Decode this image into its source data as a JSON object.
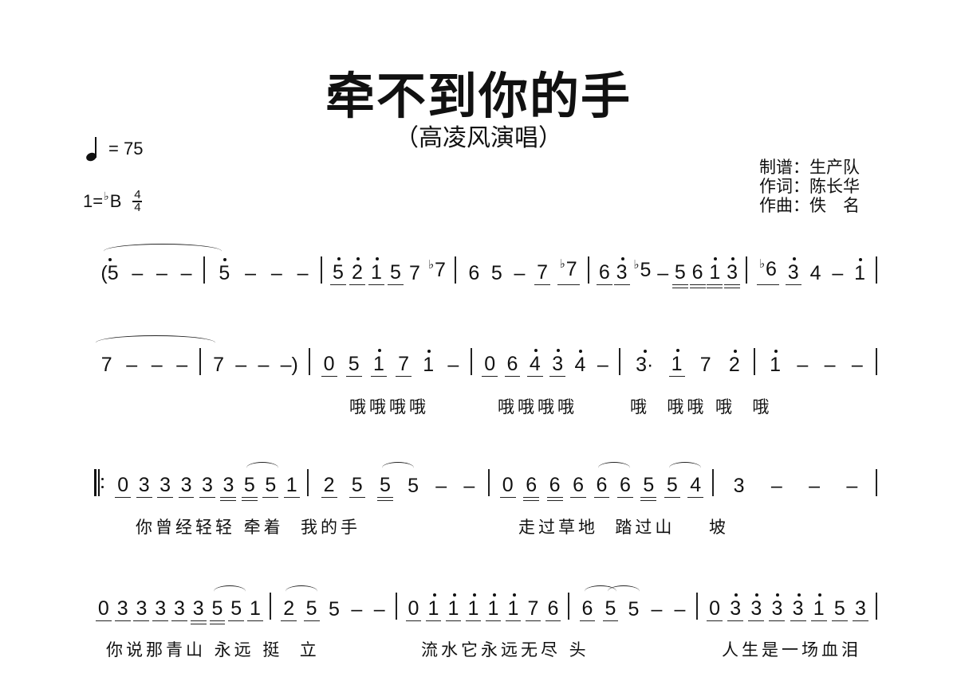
{
  "title": "牵不到你的手",
  "subtitle": "（高凌风演唱）",
  "tempo": {
    "symbol": "quarter-note",
    "text": "= 75"
  },
  "key": {
    "prefix": "1=",
    "flat": "♭",
    "note": "B",
    "time_top": "4",
    "time_bottom": "4"
  },
  "credits": [
    "制谱：生产队",
    "作词：陈长华",
    "作曲：佚　名"
  ],
  "lines": [
    {
      "measures": [
        {
          "notes": [
            {
              "n": "(5",
              "o": 1
            },
            {
              "n": "–"
            },
            {
              "n": "–"
            },
            {
              "n": "–"
            }
          ]
        },
        {
          "notes": [
            {
              "n": "5",
              "o": 1
            },
            {
              "n": "–"
            },
            {
              "n": "–"
            },
            {
              "n": "–"
            }
          ]
        },
        {
          "notes": [
            {
              "n": "5",
              "o": 1,
              "u": 1
            },
            {
              "n": "2",
              "o": 1,
              "u": 1
            },
            {
              "n": "1",
              "o": 1,
              "u": 1,
              "g": 1
            },
            {
              "n": "5",
              "u": 1
            },
            {
              "n": "7",
              "g": 1
            },
            {
              "n": "7",
              "f": 1,
              "g": 1
            }
          ]
        },
        {
          "notes": [
            {
              "n": "6"
            },
            {
              "n": "5"
            },
            {
              "n": "–"
            },
            {
              "n": "7",
              "u": 1
            },
            {
              "n": "7",
              "f": 1,
              "u": 1
            }
          ]
        },
        {
          "notes": [
            {
              "n": "6",
              "u": 1
            },
            {
              "n": "3",
              "o": 1,
              "u": 1
            },
            {
              "n": "5",
              "f": 1
            },
            {
              "n": "–",
              "g": 1
            },
            {
              "n": "5",
              "u": 2,
              "g": 1
            },
            {
              "n": "6",
              "u": 2
            },
            {
              "n": "1",
              "o": 1,
              "u": 2
            },
            {
              "n": "3",
              "o": 1,
              "u": 2
            }
          ]
        },
        {
          "notes": [
            {
              "n": "6",
              "f": 1,
              "u": 1
            },
            {
              "n": "3",
              "o": 1,
              "u": 1
            },
            {
              "n": "4"
            },
            {
              "n": "–"
            },
            {
              "n": "1",
              "o": 1
            }
          ]
        }
      ],
      "lyrics": []
    },
    {
      "measures": [
        {
          "notes": [
            {
              "n": "7"
            },
            {
              "n": "–"
            },
            {
              "n": "–"
            },
            {
              "n": "–"
            }
          ]
        },
        {
          "notes": [
            {
              "n": "7"
            },
            {
              "n": "–"
            },
            {
              "n": "–"
            },
            {
              "n": "–)"
            }
          ]
        },
        {
          "notes": [
            {
              "n": "0",
              "u": 1
            },
            {
              "n": "5",
              "u": 1
            },
            {
              "n": "1",
              "o": 1,
              "u": 1,
              "g": 1
            },
            {
              "n": "7",
              "u": 1
            },
            {
              "n": "1",
              "o": 1,
              "g": 1
            },
            {
              "n": "–"
            }
          ]
        },
        {
          "notes": [
            {
              "n": "0",
              "u": 1
            },
            {
              "n": "6",
              "u": 1
            },
            {
              "n": "4",
              "o": 1,
              "u": 1,
              "g": 1
            },
            {
              "n": "3",
              "o": 1,
              "u": 1
            },
            {
              "n": "4",
              "o": 1,
              "g": 1
            },
            {
              "n": "–"
            }
          ]
        },
        {
          "notes": [
            {
              "n": "3·",
              "o": 1
            },
            {
              "n": "1",
              "o": 1,
              "u": 1
            },
            {
              "n": "7"
            },
            {
              "n": "2",
              "o": 1
            }
          ]
        },
        {
          "notes": [
            {
              "n": "1",
              "o": 1
            },
            {
              "n": "–"
            },
            {
              "n": "–"
            },
            {
              "n": "–"
            }
          ]
        }
      ],
      "lyrics": [
        "哦哦哦哦",
        "哦哦哦哦",
        "哦  哦哦 哦  哦"
      ]
    },
    {
      "measures": [
        {
          "notes": [
            {
              "n": "0",
              "u": 1
            },
            {
              "n": "3",
              "u": 1
            },
            {
              "n": "3",
              "u": 1,
              "g": 1
            },
            {
              "n": "3",
              "u": 1
            },
            {
              "n": "3",
              "u": 1,
              "g": 1
            },
            {
              "n": "3",
              "u": 2
            },
            {
              "n": "5",
              "u": 2,
              "a": 1
            },
            {
              "n": "5",
              "u": 1
            },
            {
              "n": "1",
              "u": 1
            }
          ]
        },
        {
          "notes": [
            {
              "n": "2",
              "u": 1
            },
            {
              "n": "5",
              "u": 1,
              "g": 1
            },
            {
              "n": "5",
              "u": 2,
              "a": 1
            },
            {
              "n": "5"
            },
            {
              "n": "–",
              "g": 1
            },
            {
              "n": "–"
            }
          ]
        },
        {
          "notes": [
            {
              "n": "0",
              "u": 1
            },
            {
              "n": "6",
              "u": 2
            },
            {
              "n": "6",
              "u": 2
            },
            {
              "n": "6",
              "u": 1,
              "g": 1
            },
            {
              "n": "6",
              "u": 1,
              "a": 1
            },
            {
              "n": "6",
              "u": 1,
              "g": 1
            },
            {
              "n": "5",
              "u": 2
            },
            {
              "n": "5",
              "u": 1,
              "a": 1
            },
            {
              "n": "4",
              "u": 1
            }
          ]
        },
        {
          "notes": [
            {
              "n": "3"
            },
            {
              "n": "–"
            },
            {
              "n": "–"
            },
            {
              "n": "–"
            }
          ]
        }
      ],
      "lyrics": [
        "你曾经轻轻 牵着  我的手",
        "走过草地  踏过山    坡"
      ]
    },
    {
      "measures": [
        {
          "notes": [
            {
              "n": "0",
              "u": 1
            },
            {
              "n": "3",
              "u": 1
            },
            {
              "n": "3",
              "u": 1,
              "g": 1
            },
            {
              "n": "3",
              "u": 1
            },
            {
              "n": "3",
              "u": 1,
              "g": 1
            },
            {
              "n": "3",
              "u": 2
            },
            {
              "n": "5",
              "u": 2,
              "a": 1
            },
            {
              "n": "5",
              "u": 1
            },
            {
              "n": "1",
              "u": 1
            }
          ]
        },
        {
          "notes": [
            {
              "n": "2",
              "u": 1,
              "a": 1
            },
            {
              "n": "5",
              "u": 1
            },
            {
              "n": "5"
            },
            {
              "n": "–"
            },
            {
              "n": "–"
            }
          ]
        },
        {
          "notes": [
            {
              "n": "0",
              "u": 1
            },
            {
              "n": "1",
              "o": 1,
              "u": 1
            },
            {
              "n": "1",
              "o": 1,
              "u": 1,
              "g": 1
            },
            {
              "n": "1",
              "o": 1,
              "u": 1
            },
            {
              "n": "1",
              "o": 1,
              "u": 1,
              "g": 1
            },
            {
              "n": "1",
              "o": 1,
              "u": 1
            },
            {
              "n": "7",
              "u": 1,
              "g": 1
            },
            {
              "n": "6",
              "u": 1
            }
          ]
        },
        {
          "notes": [
            {
              "n": "6",
              "u": 1,
              "a": 1
            },
            {
              "n": "5",
              "u": 1,
              "a": 1
            },
            {
              "n": "5"
            },
            {
              "n": "–"
            },
            {
              "n": "–"
            }
          ]
        },
        {
          "notes": [
            {
              "n": "0",
              "u": 1
            },
            {
              "n": "3",
              "o": 1,
              "u": 1
            },
            {
              "n": "3",
              "o": 1,
              "u": 1,
              "g": 1
            },
            {
              "n": "3",
              "o": 1,
              "u": 1
            },
            {
              "n": "3",
              "o": 1,
              "u": 1,
              "g": 1
            },
            {
              "n": "1",
              "o": 1,
              "u": 1
            },
            {
              "n": "5",
              "u": 1,
              "g": 1
            },
            {
              "n": "3",
              "u": 1
            }
          ]
        }
      ],
      "lyrics": [
        "你说那青山 永远 挺  立",
        "流水它永远无尽 头",
        "人生是一场血泪"
      ]
    }
  ]
}
